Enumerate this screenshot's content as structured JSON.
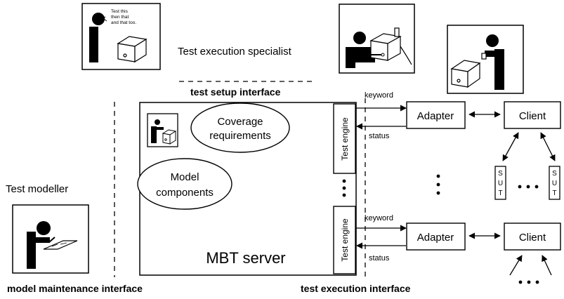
{
  "labels": {
    "test_execution_specialist": "Test execution specialist",
    "test_setup_interface": "test setup interface",
    "test_modeller": "Test modeller",
    "model_maintenance_interface": "model maintenance interface",
    "test_execution_interface": "test execution interface",
    "mbt_server": "MBT server",
    "coverage_line1": "Coverage",
    "coverage_line2": "requirements",
    "model_line1": "Model",
    "model_line2": "components",
    "test_engine": "Test engine",
    "keyword": "keyword",
    "status": "status",
    "adapter": "Adapter",
    "client": "Client",
    "sut_letters": [
      "S",
      "U",
      "T"
    ],
    "note_lines": [
      "Test this",
      "then that",
      "and that too."
    ]
  }
}
